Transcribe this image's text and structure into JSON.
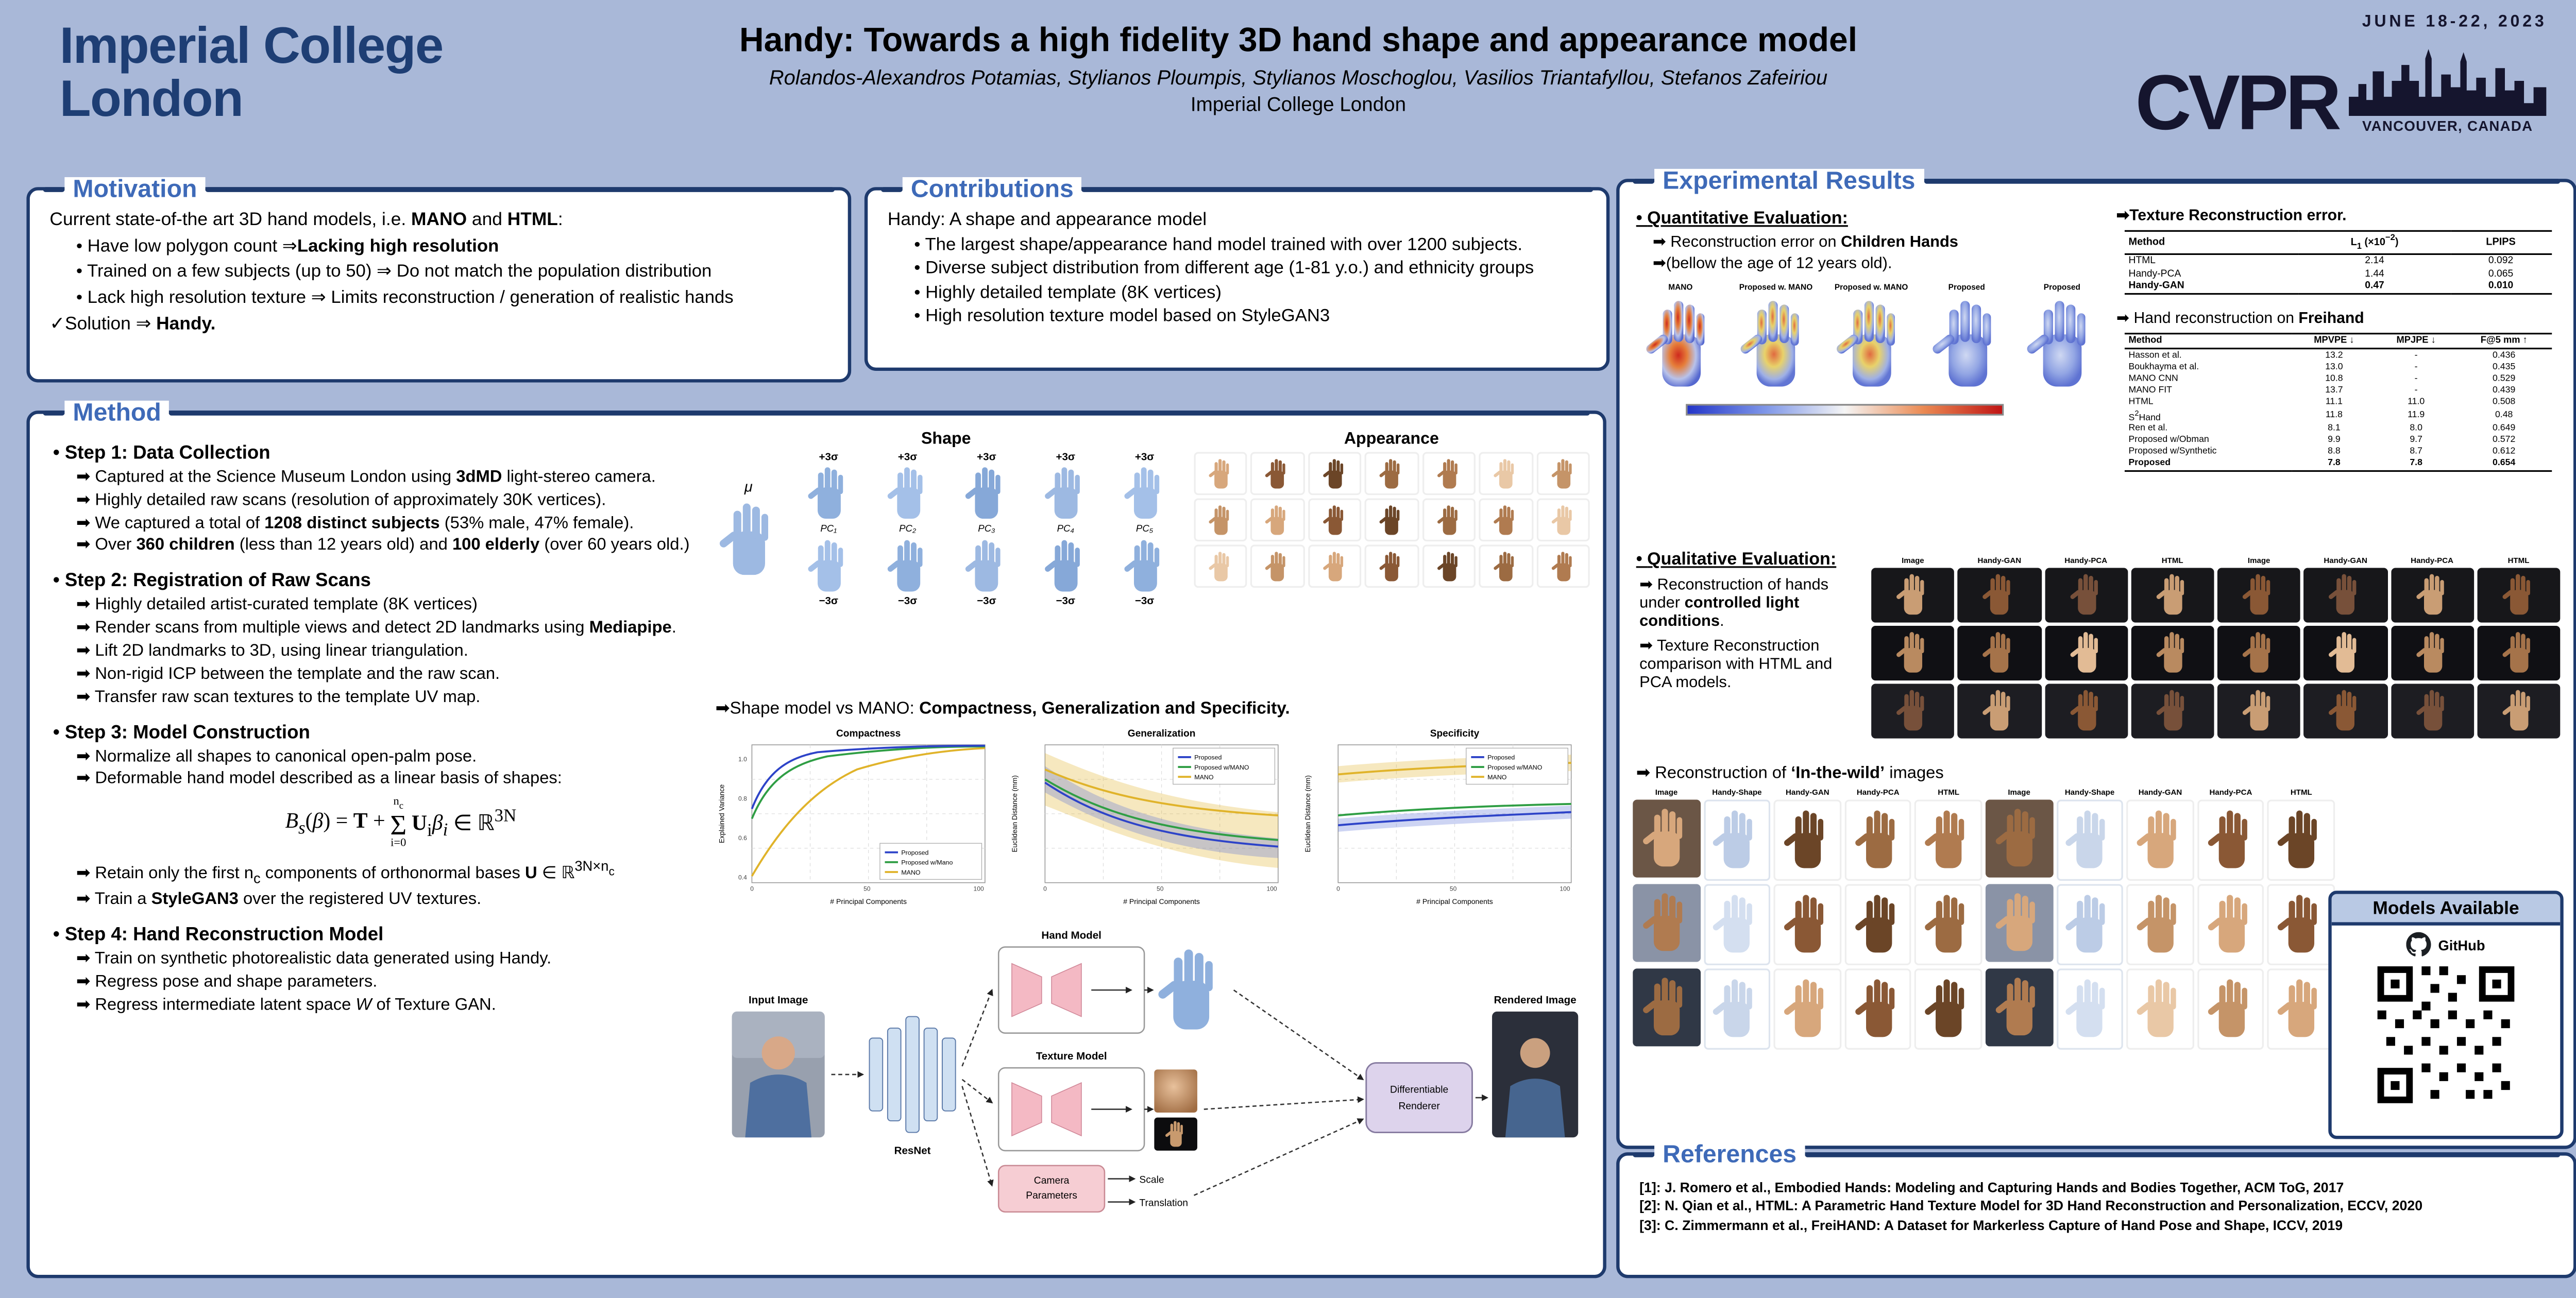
{
  "colors": {
    "background": "#a9b8d8",
    "box_border": "#1e3a6d",
    "heading_blue": "#3e6ab8",
    "imperial_blue": "#1e3e74",
    "cvpr_navy": "#15152e",
    "series_proposed": "#2d43c8",
    "series_proposed_mano": "#2f9e44",
    "series_mano": "#e0b32a",
    "heatmap_low": "#2335c8",
    "heatmap_high": "#c01414"
  },
  "header": {
    "logo_line1": "Imperial College",
    "logo_line2": "London",
    "title": "Handy: Towards a high fidelity 3D hand shape and appearance model",
    "authors": "Rolandos-Alexandros Potamias, Stylianos Ploumpis, Stylianos Moschoglou, Vasilios Triantafyllou, Stefanos Zafeiriou",
    "affiliation": "Imperial College London",
    "conference": {
      "dates": "JUNE 18-22, 2023",
      "name": "CVPR",
      "location": "VANCOUVER, CANADA"
    }
  },
  "motivation": {
    "heading": "Motivation",
    "intro": "Current state-of-the art 3D hand models, i.e. **MANO** and **HTML**:",
    "bullets": [
      "Have low polygon count ⇒**Lacking high resolution**",
      "Trained on a few subjects (up to 50) ⇒ Do not match the population distribution",
      "Lack high resolution texture ⇒ Limits reconstruction / generation of realistic hands"
    ],
    "solution": "✓Solution ⇒ **Handy.**"
  },
  "contributions": {
    "heading": "Contributions",
    "intro": "Handy: A shape and appearance model",
    "bullets": [
      "The largest shape/appearance hand model trained with over 1200 subjects.",
      "Diverse subject distribution from different age (1-81 y.o.) and ethnicity groups",
      "Highly detailed template (8K vertices)",
      "High resolution texture model based on StyleGAN3"
    ]
  },
  "method": {
    "heading": "Method",
    "steps": [
      {
        "title": "Step 1: Data Collection",
        "items": [
          "➡ Captured at the Science Museum London using **3dMD** light-stereo camera.",
          "➡ Highly detailed raw scans (resolution of approximately 30K vertices).",
          "➡ We captured a total of **1208 distinct subjects** (53% male, 47% female).",
          "➡ Over **360 children** (less than 12 years old) and **100 elderly** (over 60 years old.)"
        ]
      },
      {
        "title": "Step 2: Registration of Raw Scans",
        "items": [
          "➡ Highly detailed artist-curated template (8K vertices)",
          "➡ Render scans from multiple views and detect 2D landmarks using **Mediapipe**.",
          "➡ Lift 2D landmarks to 3D, using linear triangulation.",
          "➡ Non-rigid ICP between the template and the raw scan.",
          "➡ Transfer raw scan textures to the template UV map."
        ]
      },
      {
        "title": "Step 3: Model Construction",
        "items": [
          "➡ Normalize all shapes to canonical open-palm pose.",
          "➡ Deformable hand model described as a linear basis of shapes:"
        ],
        "formula_left": "<i>B<sub>s</sub></i>(<i>β</i>) = <b>T</b> +",
        "sum_top": "n<sub>c</sub>",
        "sum_sigma": "Σ",
        "sum_bot": "i=0",
        "formula_right": "<b>U</b><sub>i</sub><i>β<sub>i</sub></i> ∈ ℝ<sup>3N</sup>",
        "items2": [
          "➡ Retain only the first n<sub>c</sub> components of orthonormal bases <b>U</b> ∈ ℝ<sup>3N×n<sub>c</sub></sup>",
          "➡ Train a **StyleGAN3** over the registered UV textures."
        ]
      },
      {
        "title": "Step 4: Hand Reconstruction Model",
        "items": [
          "➡ Train on synthetic photorealistic data generated using Handy.",
          "➡ Regress pose and shape parameters.",
          "➡ Regress intermediate latent space <i>W</i> of Texture GAN."
        ]
      }
    ],
    "figure": {
      "shape_label": "Shape",
      "appearance_label": "Appearance",
      "mu": "μ",
      "plus": "+3σ",
      "minus": "−3σ",
      "pcs": [
        "PC₁",
        "PC₂",
        "PC₃",
        "PC₄",
        "PC₅"
      ]
    },
    "caption": "➡Shape model vs MANO: **Compactness, Generalization and Specificity.**",
    "plots": [
      {
        "title": "Compactness",
        "xlabel": "# Principal Components",
        "ylabel": "Explained Variance",
        "legend": [
          "Proposed",
          "Proposed w/Mano",
          "MANO"
        ]
      },
      {
        "title": "Generalization",
        "xlabel": "# Principal Components",
        "ylabel": "Euclidean Distance (mm)",
        "legend": [
          "Proposed",
          "Proposed w/MANO",
          "MANO"
        ]
      },
      {
        "title": "Specificity",
        "xlabel": "# Principal Components",
        "ylabel": "Euclidean Distance (mm)",
        "legend": [
          "Proposed",
          "Proposed w/MANO",
          "MANO"
        ]
      }
    ],
    "pipeline": {
      "input": "Input Image",
      "resnet": "ResNet",
      "hand_model": "Hand Model",
      "texture_model": "Texture Model",
      "camera_l1": "Camera",
      "camera_l2": "Parameters",
      "scale": "Scale",
      "translation": "Translation",
      "renderer_l1": "Differentiable",
      "renderer_l2": "Renderer",
      "output": "Rendered Image"
    }
  },
  "results": {
    "heading": "Experimental Results",
    "quantitative": {
      "title": "Quantitative Evaluation:",
      "line1": "➡ Reconstruction error on **Children Hands**",
      "line2": "➡(bellow the age of 12 years old).",
      "hand_labels": [
        "MANO",
        "Proposed w. MANO",
        "Proposed w. MANO",
        "Proposed",
        "Proposed"
      ]
    },
    "texture_table": {
      "title": "➡Texture Reconstruction error.",
      "headers": [
        "Method",
        "L<sub>1</sub> (×10<sup>−2</sup>)",
        "LPIPS"
      ],
      "rows": [
        [
          "HTML",
          "2.14",
          "0.092"
        ],
        [
          "Handy-PCA",
          "1.44",
          "0.065"
        ],
        [
          "Handy-GAN",
          "0.47",
          "0.010"
        ]
      ]
    },
    "freihand_table": {
      "title": "➡ Hand reconstruction on **Freihand**",
      "headers": [
        "Method",
        "MPVPE ↓",
        "MPJPE ↓",
        "F@5 mm ↑"
      ],
      "rows": [
        [
          "Hasson et al.",
          "13.2",
          "-",
          "0.436"
        ],
        [
          "Boukhayma et al.",
          "13.0",
          "-",
          "0.435"
        ],
        [
          "MANO CNN",
          "10.8",
          "-",
          "0.529"
        ],
        [
          "MANO FIT",
          "13.7",
          "-",
          "0.439"
        ],
        [
          "HTML",
          "11.1",
          "11.0",
          "0.508"
        ],
        [
          "S<sup>2</sup>Hand",
          "11.8",
          "11.9",
          "0.48"
        ],
        [
          "Ren et al.",
          "8.1",
          "8.0",
          "0.649"
        ],
        [
          "Proposed w/Obman",
          "9.9",
          "9.7",
          "0.572"
        ],
        [
          "Proposed w/Synthetic",
          "8.8",
          "8.7",
          "0.612"
        ],
        [
          "Proposed",
          "7.8",
          "7.8",
          "0.654"
        ]
      ]
    },
    "qualitative": {
      "title": "Qualitative Evaluation:",
      "items": [
        "➡ Reconstruction of hands under **controlled light conditions**.",
        "➡ Texture Reconstruction comparison with HTML and PCA models."
      ],
      "grid1_headers": [
        "Image",
        "Handy-GAN",
        "Handy-PCA",
        "HTML",
        "Image",
        "Handy-GAN",
        "Handy-PCA",
        "HTML"
      ],
      "wild_title": "➡ Reconstruction of **‘In-the-wild’** images",
      "grid2_headers": [
        "Image",
        "Handy-Shape",
        "Handy-GAN",
        "Handy-PCA",
        "HTML",
        "Image",
        "Handy-Shape",
        "Handy-GAN",
        "Handy-PCA",
        "HTML"
      ]
    },
    "models": {
      "title": "Models Available",
      "github_label": "GitHub"
    }
  },
  "references": {
    "heading": "References",
    "items": [
      "[1]: J. Romero et al., Embodied Hands: Modeling and Capturing Hands and Bodies Together, ACM ToG, 2017",
      "[2]: N. Qian et al., HTML: A Parametric Hand Texture Model for 3D Hand Reconstruction and Personalization, ECCV, 2020",
      "[3]: C. Zimmermann et al., FreiHAND: A Dataset for Markerless Capture of Hand Pose and Shape, ICCV, 2019"
    ]
  },
  "figure_palette": {
    "skin": {
      "bg": [
        "#ffffff"
      ],
      "hand": [
        "#d7a77c",
        "#b07b50",
        "#8a5835",
        "#e9c8a6",
        "#6b4527",
        "#c59468",
        "#9c6b42"
      ]
    },
    "shape": {
      "bg": [
        "#ffffff"
      ],
      "hand": [
        "#c9d6ea",
        "#d4dff0",
        "#bccce6"
      ]
    },
    "dark": {
      "bg": [
        "#17171a",
        "#101014",
        "#1d1d22"
      ],
      "hand": [
        "#c99d74",
        "#a5734a",
        "#8a5835",
        "#e2bb95",
        "#77503a",
        "#b98a60"
      ]
    },
    "photo": {
      "bg": [
        "#6b5646",
        "#8a93a6",
        "#303846"
      ],
      "hand": [
        "#d7a77c",
        "#9c6b42",
        "#b07b50"
      ]
    }
  }
}
